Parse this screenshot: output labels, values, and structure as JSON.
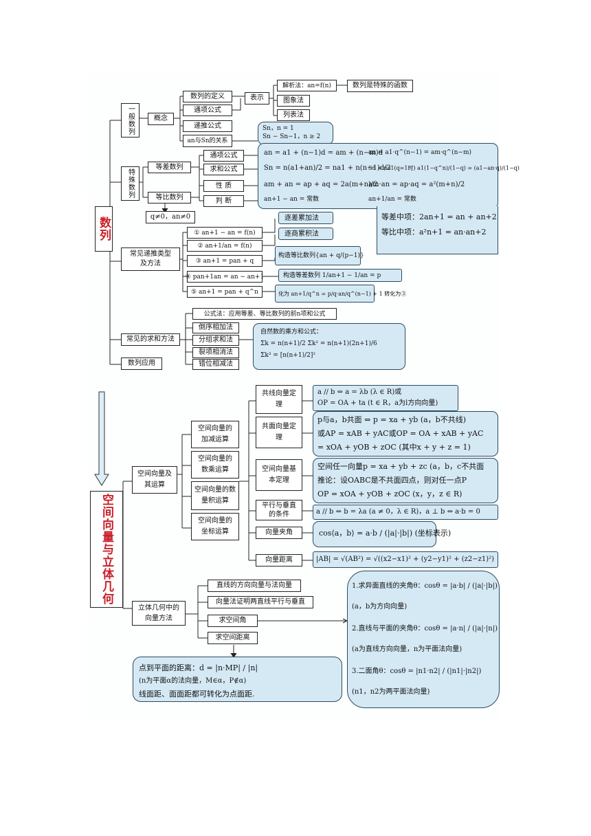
{
  "seq": {
    "title": "数列",
    "b1": "一般数列",
    "concept": "概念",
    "def": "数列的定义",
    "general": "通项公式",
    "recur": "递推公式",
    "relation": "an与Sn的关系",
    "represent": "表示",
    "analytic": "解析法：an=f(n)",
    "fn_note": "数列是特殊的函数",
    "graph": "图象法",
    "list": "列表法",
    "an_sn_1": "Sn，n = 1",
    "an_sn_2": "Sn − Sn−1，n ≥ 2",
    "b2": "特殊数列",
    "arith": "等差数列",
    "geo": "等比数列",
    "sub_tx": "通项公式",
    "sub_qh": "求和公式",
    "sub_xz": "性 质",
    "sub_pd": "判 断",
    "f_arith_1": "an = a1 + (n−1)d = am + (n−m)d",
    "f_arith_2": "Sn = n(a1+an)/2 = na1 + n(n−1)d/2",
    "f_arith_3": "am + an = ap + aq = 2a(m+n)/2",
    "f_arith_4": "an+1 − an = 常数",
    "f_geo_1": "an = a1·q^(n−1) = am·q^(n−m)",
    "f_geo_2": "Sn = na1(q=1时)  a1(1−q^n)/(1−q) = (a1−an·q)/(1−q)",
    "f_geo_3": "am·an = ap·aq = a²(m+n)/2",
    "f_geo_4": "an+1/an = 常数",
    "mid_arith": "等差中项：2an+1 = an + an+2",
    "mid_geo": "等比中项：a²n+1 = an·an+2",
    "q_cond": "q≠0，an≠0",
    "b3": "常见递推类型及方法",
    "r1": "① an+1 − an = f(n)",
    "r2": "② an+1/an = f(n)",
    "r3": "③ an+1 = pan + q",
    "r4": "④ pan+1an = an − an+1",
    "r5": "⑤ an+1 = pan + q^n",
    "m1": "逐差累加法",
    "m2": "逐商累积法",
    "m3": "构造等比数列{an + q/(p−1)}",
    "m4": "构造等差数列  1/an+1 − 1/an = p",
    "m5": "化为 an+1/q^n = p/q·an/q^(n−1) + 1 转化为③",
    "b4": "常见的求和方法",
    "s0": "公式法：应用等差、等比数列的前n项和公式",
    "s1": "倒序相加法",
    "s2": "分组求和法",
    "s3": "裂项相消法",
    "s4": "错位相减法",
    "sums_title": "自然数的乘方和公式：",
    "sum_1": "Σk = n(n+1)/2   Σk² = n(n+1)(2n+1)/6",
    "sum_2": "Σk³ = [n(n+1)/2]²",
    "b5": "数列应用"
  },
  "vec": {
    "title": "空间向量与立体几何",
    "c1": "空间向量及其运算",
    "op1": "空间向量的加减运算",
    "op2": "空间向量的数乘运算",
    "op3": "空间向量的数量积运算",
    "op4": "空间向量的坐标运算",
    "t1": "共线向量定理",
    "t2": "共面向量定理",
    "t3": "空间向量基本定理",
    "t4": "平行与垂直的条件",
    "t5": "向量夹角",
    "t6": "向量距离",
    "f1a": "a // b ⇔ a = λb (λ ∈ R)或",
    "f1b": "OP = OA + ta (t ∈ R，a为l方向向量)",
    "f2a": "p与a，b共面 ⇔ p = xa + yb (a，b不共线)",
    "f2b": "或AP = xAB + yAC或OP = OA + xAB + yAC",
    "f2c": "= xOA + yOB + zOC (其中x + y + z = 1)",
    "f3a": "空间任一向量p = xa + yb + zc (a，b，c不共面",
    "f3b": "推论：设OABC是不共面四点，则对任一点P",
    "f3c": "OP = xOA + yOB + zOC (x，y，z ∈ R)",
    "f4": "a // b ⇔ b = λa (a ≠ 0，λ ∈ R)，a ⊥ b ⇔ a·b = 0",
    "f5": "cos⟨a，b⟩ = a·b / (|a|·|b|)   (坐标表示)",
    "f6": "|AB| = √(AB²) = √((x2−x1)² + (y2−y1)² + (z2−z1)²)",
    "c2": "立体几何中的向量方法",
    "g1": "直线的方向向量与法向量",
    "g2": "向量法证明两直线平行与垂直",
    "g3": "求空间角",
    "g4": "求空间距离",
    "ang1": "1.求异面直线的夹角θ：cosθ = |a·b| / (|a|·|b|)",
    "ang1n": "(a，b为方向向量)",
    "ang2": "2.直线与平面的夹角θ：cosθ = |a·n| / (|a|·|n|)",
    "ang2n": "(a为直线方向向量，n为平面法向量)",
    "ang3": "3.二面角θ：cosθ = |n1·n2| / (|n1|·|n2|)",
    "ang3n": "(n1，n2为两平面法向量)",
    "dist1": "点到平面的距离：d = |n·MP| / |n|",
    "dist1n": "(n为平面α的法向量，M∈α，P∉α)",
    "dist2": "线面距、面面距都可转化为点面距."
  }
}
